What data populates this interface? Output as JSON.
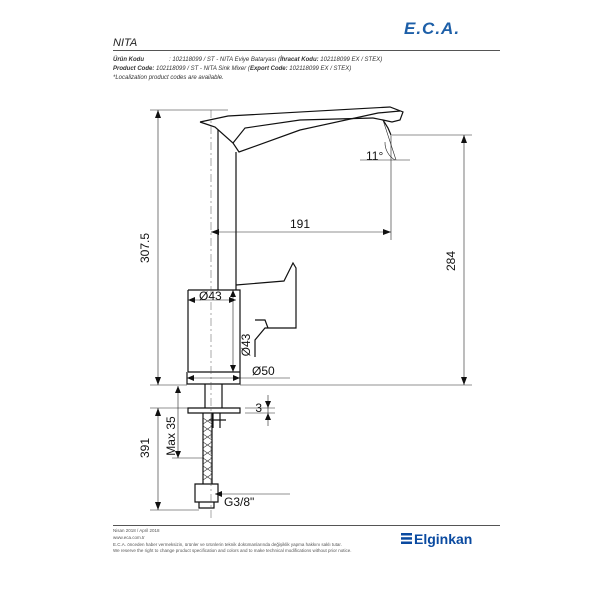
{
  "brand": {
    "logo_text": "E.C.A.",
    "color": "#1d5fa8"
  },
  "product_name": "NITA",
  "info": {
    "urun_label": "Ürün Kodu",
    "urun_value": ": 102118099 / ST - NITA Eviye Bataryası (",
    "ihracat_label": "İhracat Kodu:",
    "ihracat_value": " 102118099 EX / STEX)",
    "product_label": "Product Code:",
    "product_value": " 102118099 / ST - NITA Sink Mixer (",
    "export_label": "Export Code:",
    "export_value": " 102118099 EX / STEX)",
    "note": "*Localization product codes are available."
  },
  "dimensions": {
    "total_height": "307.5",
    "reach": "191",
    "angle": "11°",
    "spout_height": "284",
    "body_dia_top": "Ø43",
    "body_dia_side": "Ø43",
    "base_dia": "Ø50",
    "base_thickness": "3",
    "max_deck": "Max 35",
    "hose_length": "391",
    "thread": "G3/8\""
  },
  "footer": {
    "date": "Nisan 2018 / April 2018",
    "website": "www.eca.com.tr",
    "disclaimer_tr": "E.C.A. önceden haber vermeksizin, ürünler ve ürünlerin teknik dokümanlarında değişiklik yapma hakkını saklı tutar.",
    "disclaimer_en": "We reserve the right to change product specification and colors and to make technical modifications without prior notice."
  },
  "footer_brand": {
    "name": "Elginkan",
    "color": "#0a4aa0"
  }
}
